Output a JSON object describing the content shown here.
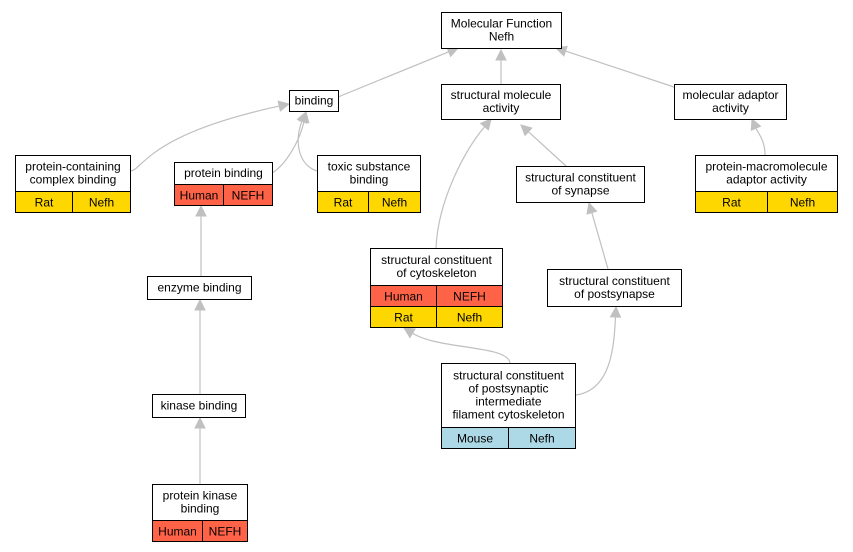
{
  "colors": {
    "Human": "#ff6347",
    "Rat": "#ffd700",
    "Mouse": "#add8e6",
    "edge": "#c0c0c0"
  },
  "nodes": [
    {
      "id": "mf-root",
      "lines": [
        "Molecular Function",
        "Nefh"
      ],
      "rows": []
    },
    {
      "id": "binding",
      "lines": [
        "binding"
      ],
      "rows": []
    },
    {
      "id": "structural-molecule-activity",
      "lines": [
        "structural molecule",
        "activity"
      ],
      "rows": []
    },
    {
      "id": "molecular-adaptor-activity",
      "lines": [
        "molecular adaptor",
        "activity"
      ],
      "rows": []
    },
    {
      "id": "protein-containing-complex-binding",
      "lines": [
        "protein-containing",
        "complex binding"
      ],
      "rows": [
        {
          "species": "Rat",
          "gene": "Nefh"
        }
      ]
    },
    {
      "id": "protein-binding",
      "lines": [
        "protein binding"
      ],
      "rows": [
        {
          "species": "Human",
          "gene": "NEFH"
        }
      ]
    },
    {
      "id": "toxic-substance-binding",
      "lines": [
        "toxic substance",
        "binding"
      ],
      "rows": [
        {
          "species": "Rat",
          "gene": "Nefh"
        }
      ]
    },
    {
      "id": "structural-constituent-of-synapse",
      "lines": [
        "structural constituent",
        "of synapse"
      ],
      "rows": []
    },
    {
      "id": "protein-macromolecule-adaptor-activity",
      "lines": [
        "protein-macromolecule",
        "adaptor activity"
      ],
      "rows": [
        {
          "species": "Rat",
          "gene": "Nefh"
        }
      ]
    },
    {
      "id": "enzyme-binding",
      "lines": [
        "enzyme binding"
      ],
      "rows": []
    },
    {
      "id": "structural-constituent-of-cytoskeleton",
      "lines": [
        "structural constituent",
        "of cytoskeleton"
      ],
      "rows": [
        {
          "species": "Human",
          "gene": "NEFH"
        },
        {
          "species": "Rat",
          "gene": "Nefh"
        }
      ]
    },
    {
      "id": "structural-constituent-of-postsynapse",
      "lines": [
        "structural constituent",
        "of postsynapse"
      ],
      "rows": []
    },
    {
      "id": "structural-constituent-of-postsynaptic-if-cytoskeleton",
      "lines": [
        "structural constituent",
        "of postsynaptic",
        "intermediate",
        "filament cytoskeleton"
      ],
      "rows": [
        {
          "species": "Mouse",
          "gene": "Nefh"
        }
      ]
    },
    {
      "id": "kinase-binding",
      "lines": [
        "kinase binding"
      ],
      "rows": []
    },
    {
      "id": "protein-kinase-binding",
      "lines": [
        "protein kinase",
        "binding"
      ],
      "rows": [
        {
          "species": "Human",
          "gene": "NEFH"
        }
      ]
    }
  ],
  "edges": [
    {
      "from": "binding",
      "to": "mf-root"
    },
    {
      "from": "structural-molecule-activity",
      "to": "mf-root"
    },
    {
      "from": "molecular-adaptor-activity",
      "to": "mf-root"
    },
    {
      "from": "protein-containing-complex-binding",
      "to": "binding"
    },
    {
      "from": "protein-binding",
      "to": "binding"
    },
    {
      "from": "toxic-substance-binding",
      "to": "binding"
    },
    {
      "from": "structural-constituent-of-synapse",
      "to": "structural-molecule-activity"
    },
    {
      "from": "structural-constituent-of-cytoskeleton",
      "to": "structural-molecule-activity"
    },
    {
      "from": "protein-macromolecule-adaptor-activity",
      "to": "molecular-adaptor-activity"
    },
    {
      "from": "enzyme-binding",
      "to": "protein-binding"
    },
    {
      "from": "structural-constituent-of-postsynapse",
      "to": "structural-constituent-of-synapse"
    },
    {
      "from": "structural-constituent-of-postsynaptic-if-cytoskeleton",
      "to": "structural-constituent-of-cytoskeleton"
    },
    {
      "from": "structural-constituent-of-postsynaptic-if-cytoskeleton",
      "to": "structural-constituent-of-postsynapse"
    },
    {
      "from": "kinase-binding",
      "to": "enzyme-binding"
    },
    {
      "from": "protein-kinase-binding",
      "to": "kinase-binding"
    }
  ]
}
